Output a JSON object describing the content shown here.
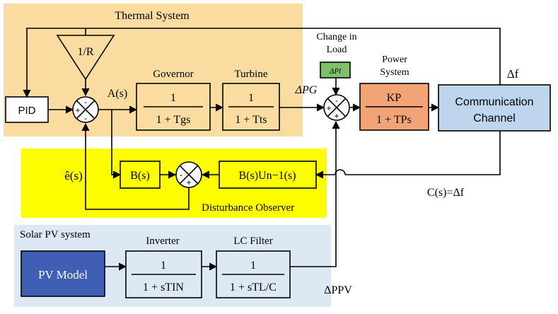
{
  "regions": {
    "thermal_system": "Thermal System",
    "disturbance_observer": "Disturbance Observer",
    "solar_pv_system": "Solar PV system"
  },
  "blocks": {
    "pid": "PID",
    "droop": "1/R",
    "governor_label": "Governor",
    "governor_num": "1",
    "governor_den": "1 + Tgs",
    "turbine_label": "Turbine",
    "turbine_num": "1",
    "turbine_den": "1 + Tts",
    "power_system_label": "Power System",
    "power_system_num": "KP",
    "power_system_den": "1 + TPs",
    "comm_channel_line1": "Communication",
    "comm_channel_line2": "Channel",
    "observer_b": "B(s)",
    "observer_inverse": "B(s)Un−1(s)",
    "pv_model": "PV Model",
    "inverter_label": "Inverter",
    "inverter_num": "1",
    "inverter_den": "1 + sTIN",
    "lc_filter_label": "LC Filter",
    "lc_filter_num": "1",
    "lc_filter_den": "1 + sTL/C"
  },
  "signals": {
    "a_s": "A(s)",
    "delta_pg": "ΔPG",
    "delta_pl": "ΔPl",
    "change_in_load": "Change in Load",
    "delta_f": "Δf",
    "c_s": "C(s)=Δf",
    "e_hat": "ê(s)",
    "delta_ppv": "ΔPPV"
  },
  "signs": {
    "minus": "-",
    "plus": "+"
  },
  "colors": {
    "thermal_bg": "#fbdca0",
    "observer_bg": "#fdfd00",
    "pv_bg": "#dce8f3",
    "power_system": "#f2a477",
    "comm_channel": "#bdd6ee",
    "pv_model": "#3f5fb5",
    "delta_pl_box": "#80c06a"
  }
}
